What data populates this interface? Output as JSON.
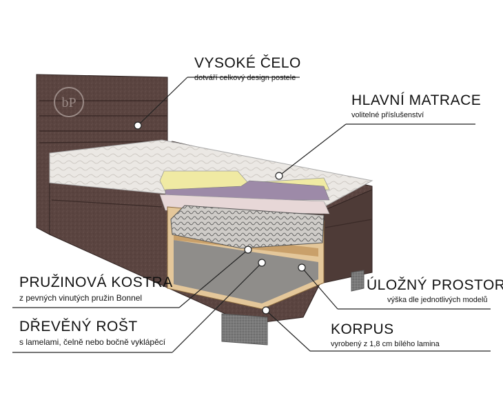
{
  "callouts": {
    "headboard": {
      "title": "VYSOKÉ ČELO",
      "subtitle": "dotváří celkový design postele"
    },
    "main_mattress": {
      "title": "HLAVNÍ MATRACE",
      "subtitle": "volitelné příslušenství"
    },
    "spring_frame": {
      "title": "PRUŽINOVÁ KOSTRA",
      "subtitle": "z pevných vinutých pružin Bonnel"
    },
    "storage": {
      "title": "ÚLOŽNÝ PROSTOR",
      "subtitle": "výška dle jednotlivých modelů"
    },
    "slatted_base": {
      "title": "DŘEVĚNÝ ROŠT",
      "subtitle": "s lamelami, čelně nebo bočně vyklápěcí"
    },
    "body": {
      "title": "KORPUS",
      "subtitle": "vyrobený z 1,8 cm bílého lamina"
    }
  },
  "logo_text": "bP",
  "colors": {
    "fabric": "#5a4440",
    "fabric_dark": "#3e2d2a",
    "mattress": "#e9e6e2",
    "foam_yellow": "#f0eaa3",
    "foam_purple": "#9d8aa8",
    "foam_pink": "#e7d7d7",
    "wood": "#c9a06a",
    "box_interior": "#8f8d8a",
    "leg": "#777777",
    "line": "#222222"
  }
}
